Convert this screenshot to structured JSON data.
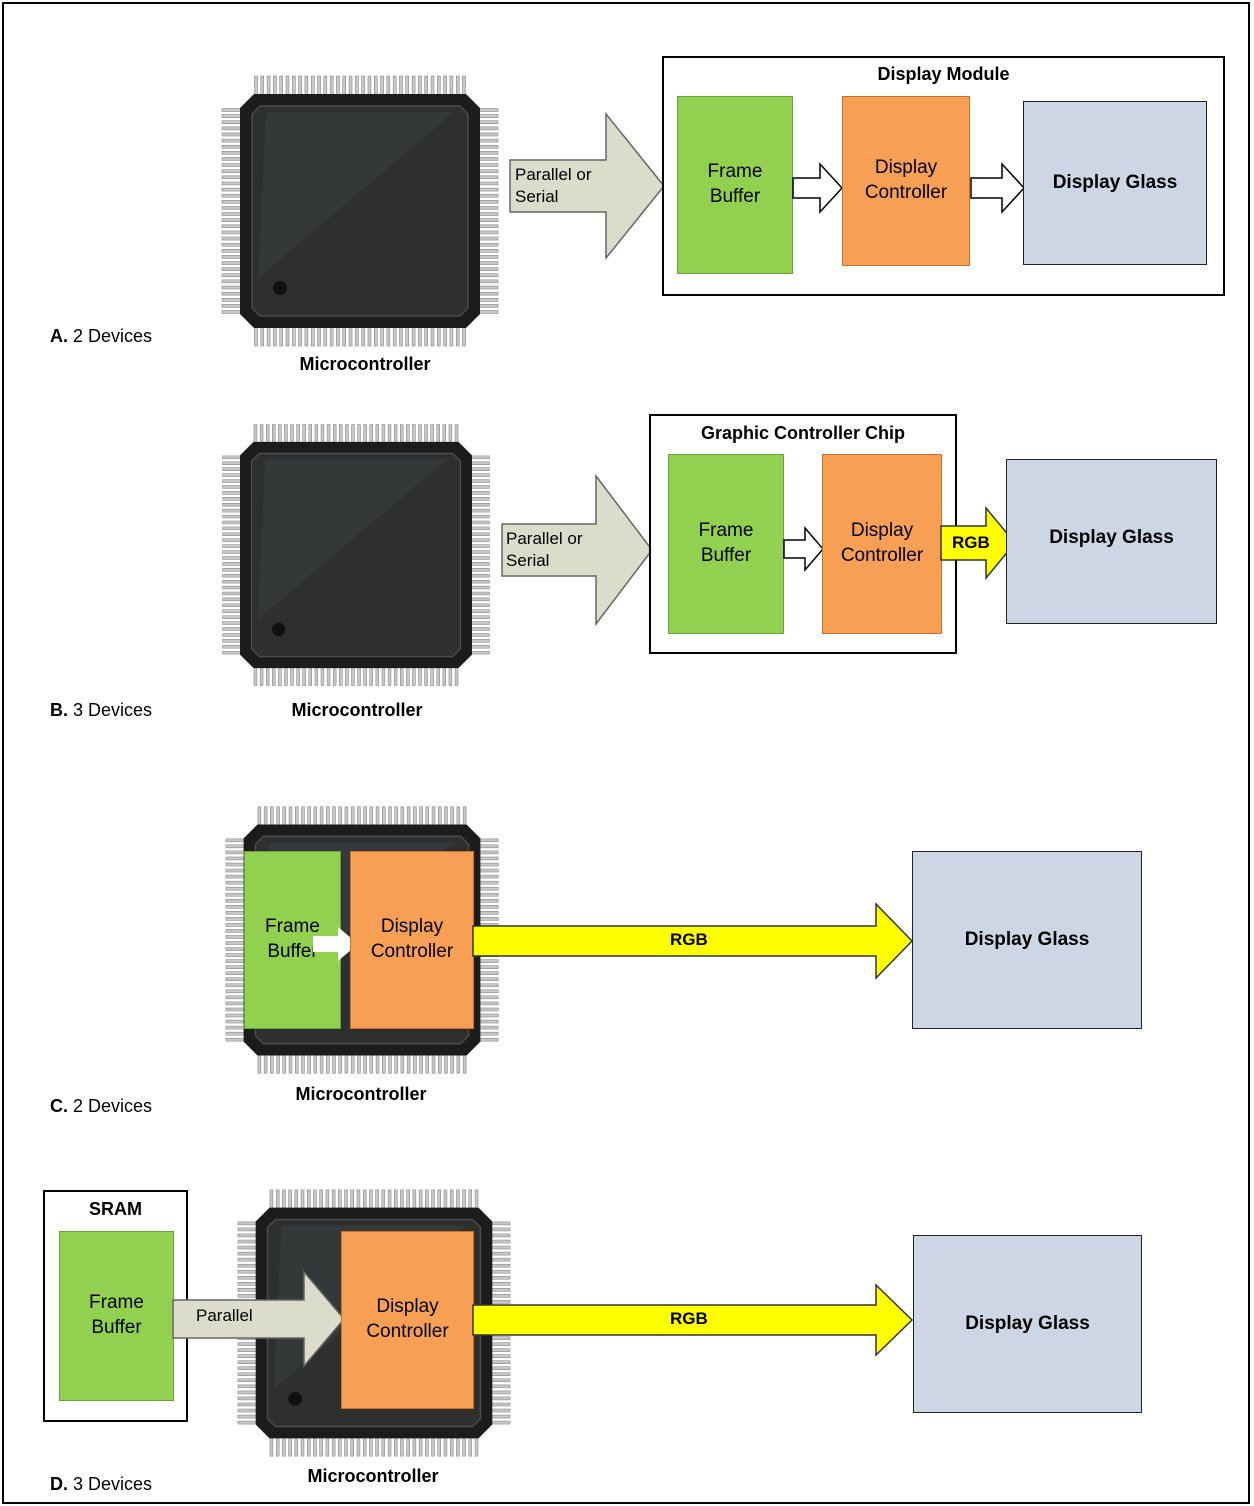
{
  "sections": {
    "a": {
      "letter": "A.",
      "devices": "2 Devices",
      "mcu_label": "Microcontroller",
      "module_title": "Display Module",
      "arrow_label": "Parallel or Serial",
      "frame_buffer": "Frame Buffer",
      "display_controller": "Display Controller",
      "display_glass": "Display Glass"
    },
    "b": {
      "letter": "B.",
      "devices": "3 Devices",
      "mcu_label": "Microcontroller",
      "chip_title": "Graphic Controller Chip",
      "arrow_label": "Parallel or Serial",
      "frame_buffer": "Frame Buffer",
      "display_controller": "Display Controller",
      "rgb": "RGB",
      "display_glass": "Display Glass"
    },
    "c": {
      "letter": "C.",
      "devices": "2 Devices",
      "mcu_label": "Microcontroller",
      "frame_buffer": "Frame Buffer",
      "display_controller": "Display Controller",
      "rgb": "RGB",
      "display_glass": "Display Glass"
    },
    "d": {
      "letter": "D.",
      "devices": "3 Devices",
      "mcu_label": "Microcontroller",
      "sram_title": "SRAM",
      "frame_buffer": "Frame Buffer",
      "arrow_label": "Parallel",
      "display_controller": "Display Controller",
      "rgb": "RGB",
      "display_glass": "Display Glass"
    }
  },
  "colors": {
    "frame_buffer": "#92d050",
    "display_controller": "#f79f55",
    "display_glass": "#ccd6e5",
    "rgb_arrow": "#ffff00",
    "interface_arrow": "#dcdccb",
    "chip_body": "#1c1c1c"
  }
}
